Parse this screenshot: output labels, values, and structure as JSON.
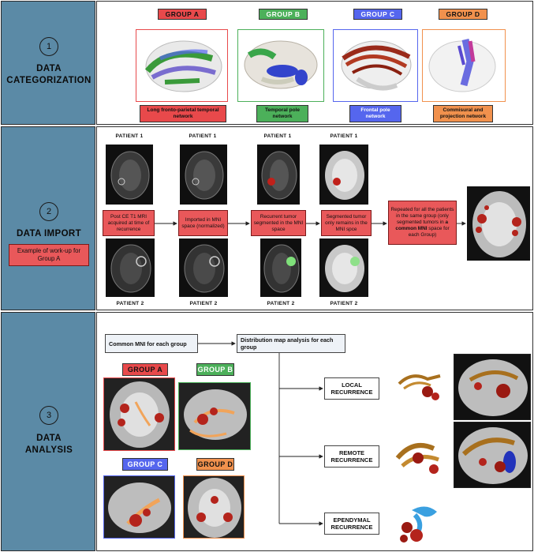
{
  "sections": [
    {
      "number": "1",
      "title_line1": "DATA",
      "title_line2": "CATEGORIZATION"
    },
    {
      "number": "2",
      "title_line1": "DATA IMPORT",
      "subtitle": "Example of work-up for Group A"
    },
    {
      "number": "3",
      "title_line1": "DATA",
      "title_line2": "ANALYSIS"
    }
  ],
  "categorization": {
    "groups": [
      {
        "label": "GROUP A",
        "caption": "Long fronto-parietal temporal network",
        "color": "#e8494b"
      },
      {
        "label": "GROUP B",
        "caption": "Temporal pole network",
        "color": "#4cb05a"
      },
      {
        "label": "GROUP C",
        "caption": "Frontal pole network",
        "color": "#5566ee"
      },
      {
        "label": "GROUP D",
        "caption": "Commisural and projection network",
        "color": "#f1914d"
      }
    ]
  },
  "import": {
    "patient1": "PATIENT 1",
    "patient2": "PATIENT 2",
    "steps": [
      "Post CE T1 MRI acquired at time of recurrence",
      "Imported in MNI space (normalized)",
      "Recurrent tumor segmented in the MNI space",
      "Segmented tumor only remains in the MNI spce"
    ],
    "final_pre": "Repeated for all the patients in the same group (only segmented  tumors in ",
    "final_bold": "a common MNI",
    "final_post": " space for each Group)"
  },
  "analysis": {
    "common_mni": "Common MNI for each group",
    "distribution": "Distribution map analysis for each group",
    "groups": [
      "GROUP A",
      "GROUP B",
      "GROUP C",
      "GROUP D"
    ],
    "outcomes": [
      {
        "line1": "LOCAL",
        "line2": "RECURRENCE"
      },
      {
        "line1": "REMOTE",
        "line2": "RECURRENCE"
      },
      {
        "line1": "EPENDYMAL",
        "line2": "RECURRENCE"
      }
    ]
  },
  "colors": {
    "side_panel": "#5b8aa6",
    "red": "#e8494b",
    "green": "#4cb05a",
    "blue": "#5566ee",
    "orange": "#f1914d"
  }
}
